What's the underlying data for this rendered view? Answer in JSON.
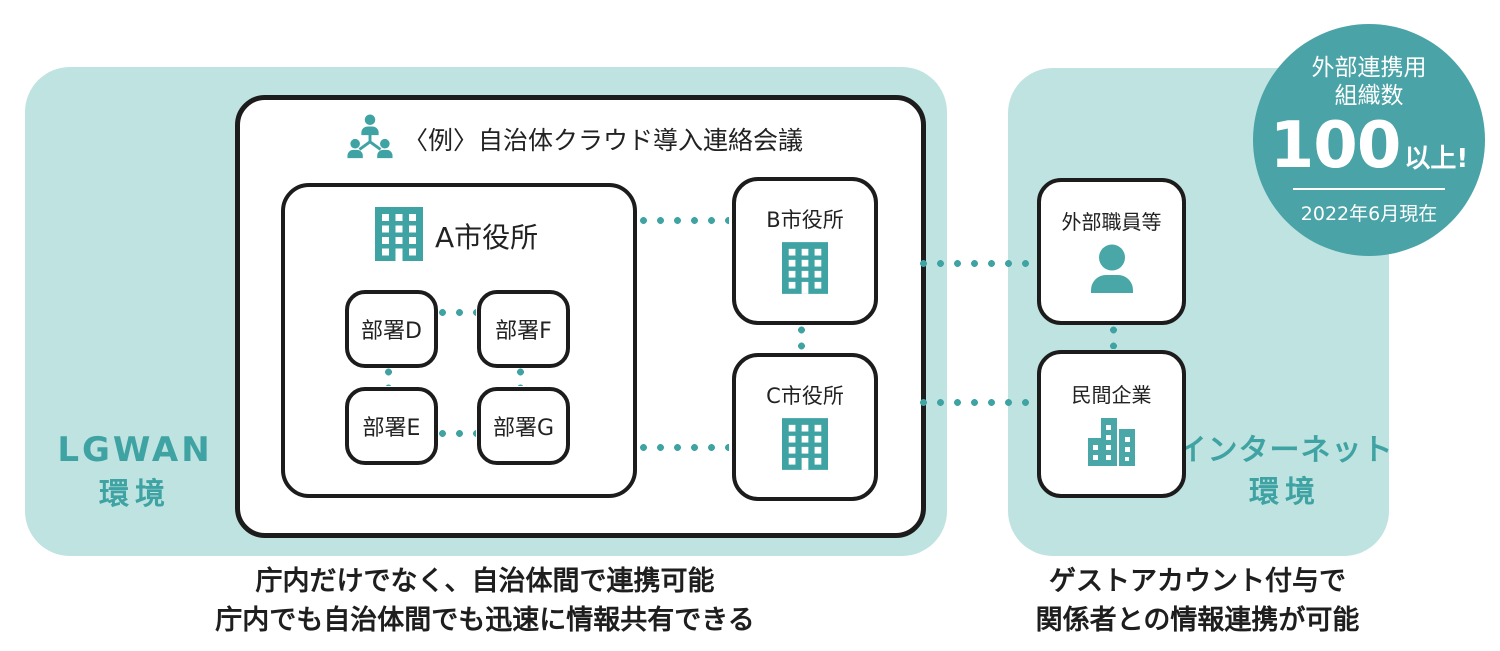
{
  "palette": {
    "accent_teal": "#3fa3a4",
    "panel_teal": "#bfe3e0",
    "badge_teal": "#4aa3a7",
    "border_black": "#1c1c1c"
  },
  "lgwan_panel": {
    "label_line1": "LGWAN",
    "label_line2": "環境"
  },
  "internet_panel": {
    "label_line1": "インターネット",
    "label_line2": "環境"
  },
  "meeting": {
    "title": "〈例〉自治体クラウド導入連絡会議"
  },
  "city_a": {
    "name": "A市役所",
    "departments": [
      {
        "label": "部署D"
      },
      {
        "label": "部署F"
      },
      {
        "label": "部署E"
      },
      {
        "label": "部署G"
      }
    ]
  },
  "city_b": {
    "name": "B市役所"
  },
  "city_c": {
    "name": "C市役所"
  },
  "external_staff": {
    "name": "外部職員等"
  },
  "private_company": {
    "name": "民間企業"
  },
  "badge": {
    "line1": "外部連携用",
    "line2": "組織数",
    "number": "100",
    "suffix": "以上!",
    "date": "2022年6月現在"
  },
  "captions": {
    "lgwan_line1": "庁内だけでなく、自治体間で連携可能",
    "lgwan_line2": "庁内でも自治体間でも迅速に情報共有できる",
    "internet_line1": "ゲストアカウント付与で",
    "internet_line2": "関係者との情報連携が可能"
  }
}
